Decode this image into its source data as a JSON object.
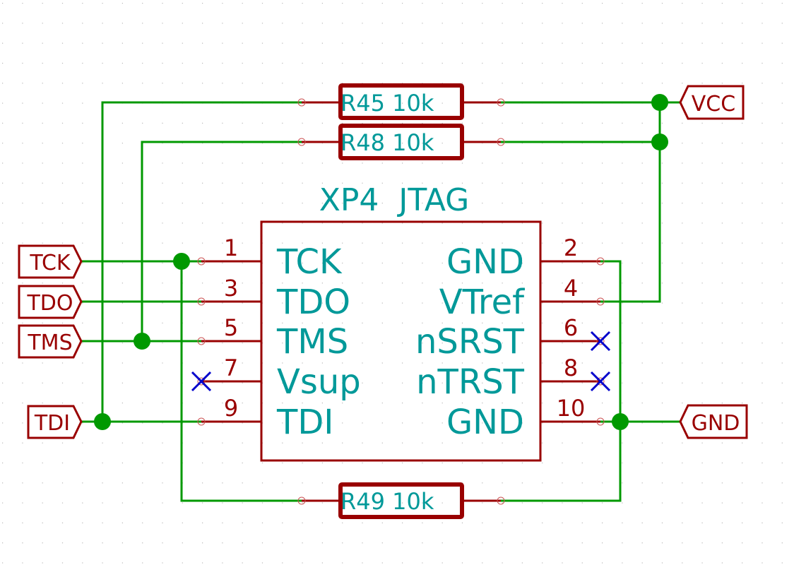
{
  "colors": {
    "wire": "#009900",
    "component": "#990000",
    "text": "#009999",
    "pin_number": "#990000",
    "no_connect": "#0000cc",
    "pin_end": "#cc5555",
    "grid": "#b8b8b8",
    "background": "#ffffff"
  },
  "component": {
    "reference": "XP4",
    "value": "JTAG",
    "title": "XP4  JTAG",
    "left_pins": [
      {
        "number": "1",
        "name": "TCK",
        "no_connect": false
      },
      {
        "number": "3",
        "name": "TDO",
        "no_connect": false
      },
      {
        "number": "5",
        "name": "TMS",
        "no_connect": false
      },
      {
        "number": "7",
        "name": "Vsup",
        "no_connect": true
      },
      {
        "number": "9",
        "name": "TDI",
        "no_connect": false
      }
    ],
    "right_pins": [
      {
        "number": "2",
        "name": "GND",
        "no_connect": false
      },
      {
        "number": "4",
        "name": "VTref",
        "no_connect": false
      },
      {
        "number": "6",
        "name": "nSRST",
        "no_connect": true
      },
      {
        "number": "8",
        "name": "nTRST",
        "no_connect": true
      },
      {
        "number": "10",
        "name": "GND",
        "no_connect": false
      }
    ]
  },
  "resistors": [
    {
      "reference": "R45",
      "value": "10k",
      "label": "R45 10k"
    },
    {
      "reference": "R48",
      "value": "10k",
      "label": "R48 10k"
    },
    {
      "reference": "R49",
      "value": "10k",
      "label": "R49 10k"
    }
  ],
  "labels": {
    "tck": "TCK",
    "tdo": "TDO",
    "tms": "TMS",
    "tdi": "TDI",
    "vcc": "VCC",
    "gnd": "GND"
  }
}
